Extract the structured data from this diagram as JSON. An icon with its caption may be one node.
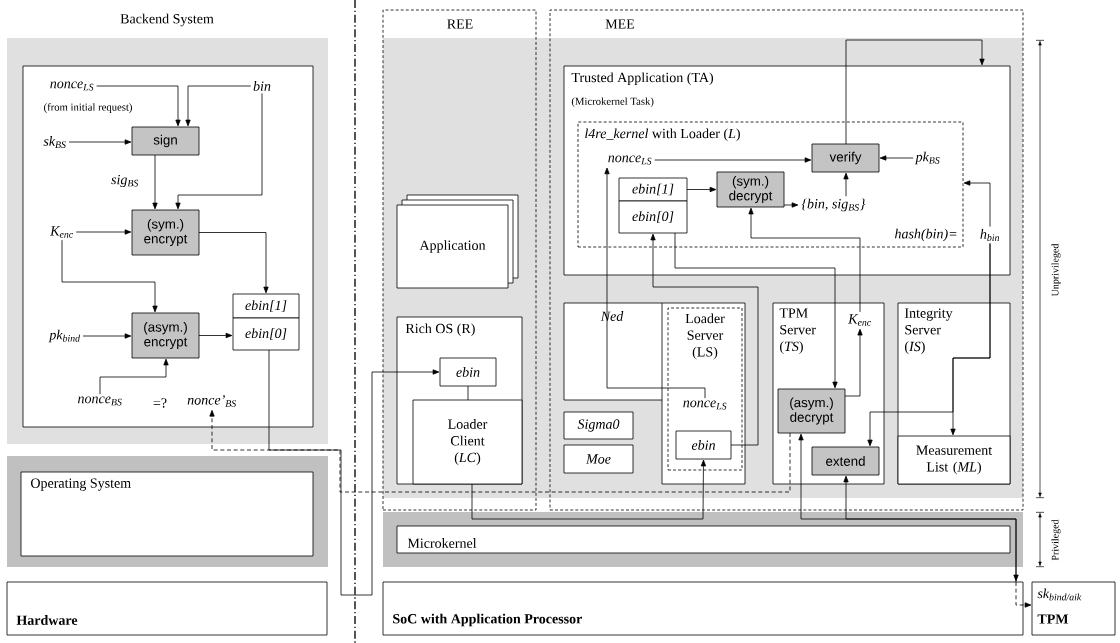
{
  "diagram": {
    "nodes": [
      {
        "text": [
          "Backend System"
        ]
      },
      {
        "text": [
          "nonce$_{LS}$",
          "(from initial request)"
        ],
        "in": 0
      },
      {
        "text": [
          "bin"
        ],
        "in": 0
      },
      {
        "text": [
          "sk$_{BS}$"
        ],
        "in": 0
      },
      {
        "text": [
          "sign"
        ],
        "in": 0
      },
      {
        "text": [
          "(sym.) encrypt"
        ],
        "in": 0
      },
      {
        "text": [
          "K$_{enc}$"
        ],
        "in": 0
      },
      {
        "text": [
          "(asym.) encrypt"
        ],
        "in": 0
      },
      {
        "text": [
          "pk$_{bind}$"
        ],
        "in": 0
      },
      {
        "text": [
          "ebin[1]"
        ],
        "in": 0
      },
      {
        "text": [
          "ebin[0]"
        ],
        "in": 0
      },
      {
        "text": [
          "nonce$_{BS}$"
        ],
        "in": 0
      },
      {
        "text": [
          "nonce’$_{BS}$"
        ],
        "in": 0
      },
      {
        "text": [
          "Operating System"
        ]
      },
      {
        "text": [
          "Hardware"
        ]
      },
      {
        "text": [
          "REE"
        ]
      },
      {
        "text": [
          "Application"
        ],
        "in": 15
      },
      {
        "text": [
          "Rich OS (R)"
        ],
        "in": 15
      },
      {
        "text": [
          "ebin"
        ],
        "in": 17
      },
      {
        "text": [
          "Loader Client (*LC*)"
        ],
        "in": 17
      },
      {
        "text": [
          "MEE"
        ]
      },
      {
        "text": [
          "Trusted Application (TA)",
          "(Microkernel Task)"
        ],
        "in": 20
      },
      {
        "text": [
          "*l4re_kernel* with Loader (*L*)",
          "hash(bin)="
        ],
        "in": 21
      },
      {
        "text": [
          "nonce$_{LS}$"
        ],
        "in": 22
      },
      {
        "text": [
          "ebin[1]"
        ],
        "in": 22
      },
      {
        "text": [
          "ebin[0]"
        ],
        "in": 22
      },
      {
        "text": [
          "(sym.) decrypt"
        ],
        "in": 22
      },
      {
        "text": [
          "{bin, sig$_{BS}$}"
        ],
        "in": 22
      },
      {
        "text": [
          "verify"
        ],
        "in": 22
      },
      {
        "text": [
          "pk$_{BS}$"
        ],
        "in": 22
      },
      {
        "text": [
          "h$_{bin}$"
        ],
        "in": 21
      },
      {
        "text": [
          "Ned"
        ],
        "in": 20
      },
      {
        "text": [
          "Sigma0"
        ],
        "in": 20
      },
      {
        "text": [
          "Moe"
        ],
        "in": 20
      },
      {
        "text": [
          "Loader Server (LS)"
        ],
        "in": 31
      },
      {
        "text": [
          "nonce$_{LS}$"
        ],
        "in": 34
      },
      {
        "text": [
          "ebin"
        ],
        "in": 34
      },
      {
        "text": [
          "TPM Server (*TS*)"
        ],
        "in": 20
      },
      {
        "text": [
          "K$_{enc}$"
        ],
        "in": 37
      },
      {
        "text": [
          "(asym.) decrypt"
        ],
        "in": 37
      },
      {
        "text": [
          "extend"
        ],
        "in": 37
      },
      {
        "text": [
          "Integrity Server (*IS*)"
        ],
        "in": 20
      },
      {
        "text": [
          "Measurement List (*ML*)"
        ],
        "in": 41
      },
      {
        "text": [
          "Microkernel"
        ]
      },
      {
        "text": [
          "SoC with Application Processor"
        ]
      },
      {
        "text": [
          "sk$_{bind/aik}$",
          "TPM"
        ]
      }
    ],
    "edges": [
      {
        "from": 1,
        "to": 4,
        "arrow": "to"
      },
      {
        "from": 2,
        "to": 4,
        "arrow": "to"
      },
      {
        "from": 3,
        "to": 4,
        "arrow": "to"
      },
      {
        "from": 4,
        "to": 5,
        "arrow": "to",
        "label": "sig$_{BS}$"
      },
      {
        "from": 2,
        "to": 5,
        "arrow": "to"
      },
      {
        "from": 6,
        "to": 5,
        "arrow": "to"
      },
      {
        "from": 5,
        "to": 9,
        "arrow": "to"
      },
      {
        "from": 6,
        "to": 7,
        "arrow": "to"
      },
      {
        "from": 8,
        "to": 7,
        "arrow": "to"
      },
      {
        "from": 11,
        "to": 7,
        "arrow": "to"
      },
      {
        "from": 7,
        "to": 10,
        "arrow": "to"
      },
      {
        "from": 10,
        "to": 18,
        "arrow": "to"
      },
      {
        "from": 39,
        "to": 12,
        "arrow": "to",
        "style": "dashed"
      },
      {
        "from": 18,
        "to": 19,
        "arrow": "none"
      },
      {
        "from": 19,
        "to": 36,
        "arrow": "to"
      },
      {
        "from": 35,
        "to": 23,
        "arrow": "to"
      },
      {
        "from": 36,
        "to": 25,
        "arrow": "to"
      },
      {
        "from": 25,
        "to": 39,
        "arrow": "to"
      },
      {
        "from": 23,
        "to": 28,
        "arrow": "to"
      },
      {
        "from": 24,
        "to": 26,
        "arrow": "to"
      },
      {
        "from": 26,
        "to": 27,
        "arrow": "to"
      },
      {
        "from": 27,
        "to": 28,
        "arrow": "to"
      },
      {
        "from": 29,
        "to": 28,
        "arrow": "to"
      },
      {
        "from": 28,
        "to": 21,
        "arrow": "to"
      },
      {
        "from": 38,
        "to": 26,
        "arrow": "to"
      },
      {
        "from": 39,
        "to": 38,
        "arrow": "to"
      },
      {
        "from": 30,
        "to": 22,
        "arrow": "to"
      },
      {
        "from": 30,
        "to": 42,
        "arrow": "to"
      },
      {
        "from": 30,
        "to": 40,
        "arrow": "to"
      },
      {
        "from": 39,
        "to": 44,
        "arrow": "both"
      },
      {
        "from": 44,
        "to": 40,
        "arrow": "to"
      },
      {
        "from": 44,
        "to": 45,
        "arrow": "to",
        "style": "dashed"
      }
    ],
    "labels": [
      "=?",
      "Unprivileged",
      "Privileged"
    ]
  }
}
